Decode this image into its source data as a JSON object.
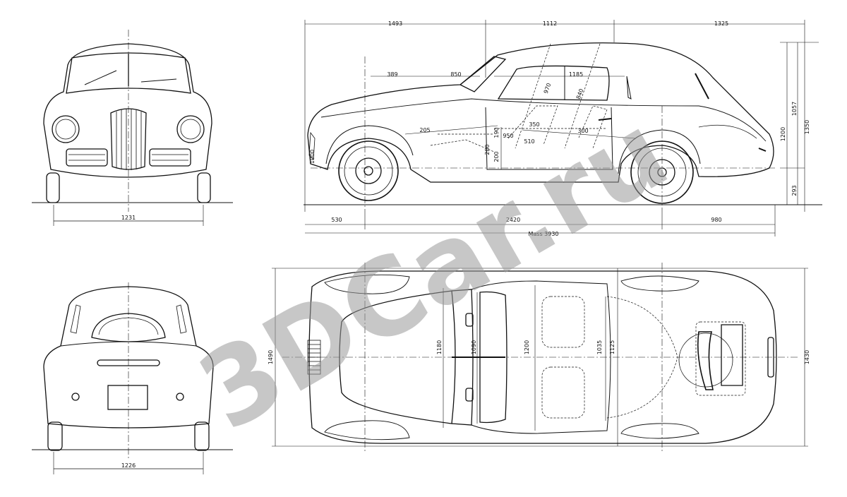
{
  "watermark": "3DCar.ru",
  "front": {
    "width": "1231"
  },
  "rear": {
    "width": "1226"
  },
  "side": {
    "top": {
      "a": "1493",
      "b": "1112",
      "c": "1325"
    },
    "bottom": {
      "front_overhang": "530",
      "wheelbase": "2420",
      "rear_overhang": "980",
      "total": "Mass 3930"
    },
    "inner": {
      "d389": "389",
      "d850": "850",
      "d1185": "1185",
      "d970": "970",
      "d840": "840",
      "d350": "350",
      "d300": "300",
      "d205": "205",
      "d190": "190",
      "d950": "950",
      "d510": "510",
      "d280": "280",
      "d200": "200"
    },
    "right": {
      "h1200": "1200",
      "h1057": "1057",
      "h1350": "1350",
      "h293": "293"
    },
    "left": {
      "h1000": "1000"
    }
  },
  "top_view": {
    "w1490": "1490",
    "w1430": "1430",
    "w1180": "1180",
    "w1090": "1090",
    "w1200": "1200",
    "w1035": "1035",
    "w1125": "1125"
  }
}
